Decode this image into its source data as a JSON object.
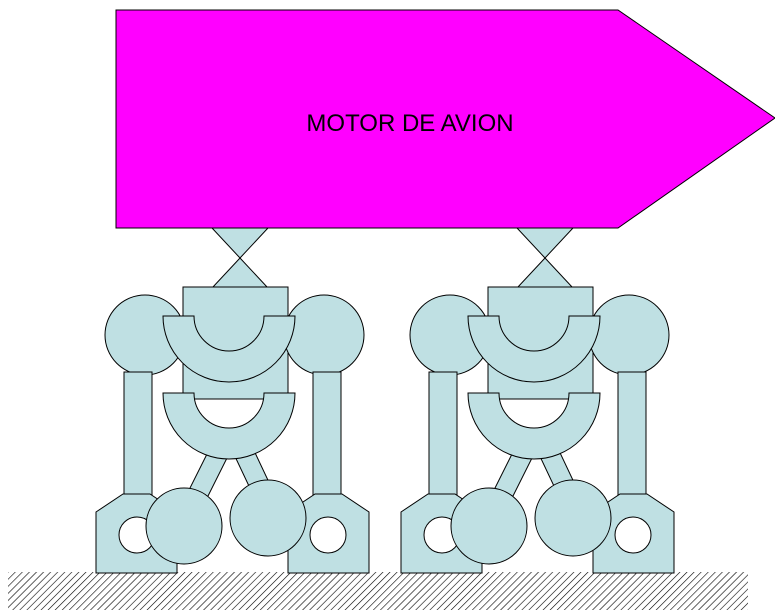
{
  "engine": {
    "label": "MOTOR DE AVION",
    "color": "#FF00FF"
  },
  "mounts": {
    "count": 2,
    "fill_color": "#BFE0E3",
    "outline_color": "#000000"
  },
  "ground": {
    "pattern": "diagonal-hatch"
  }
}
